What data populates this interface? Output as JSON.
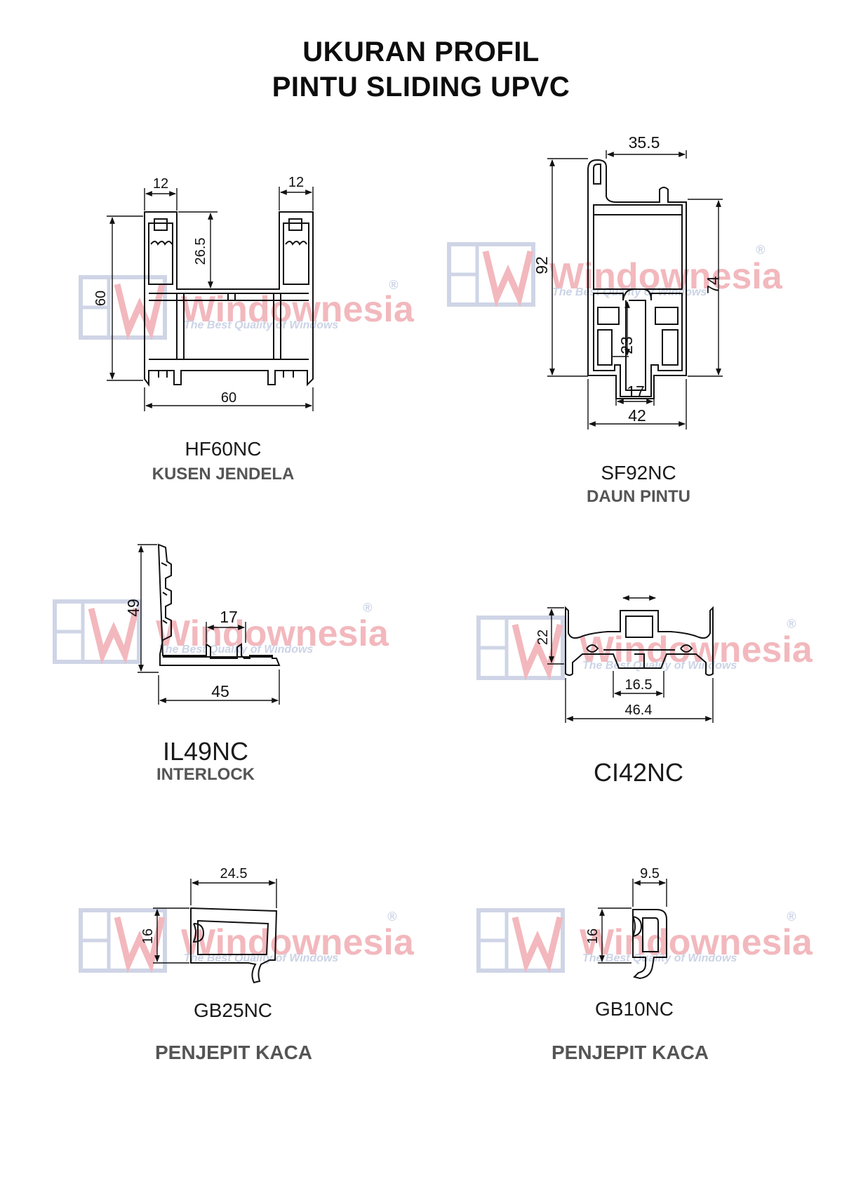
{
  "page": {
    "title_line1": "UKURAN PROFIL",
    "title_line2": "PINTU SLIDING UPVC"
  },
  "watermark": {
    "brand": "Windownesia",
    "registered": "®",
    "tagline": "The Best Quality of Windows",
    "colors": {
      "brand_text": "#f2b8bd",
      "tagline": "#cbd3e6",
      "window_frame": "#cfd5e6"
    }
  },
  "profiles": {
    "hf60nc": {
      "code": "HF60NC",
      "name": "KUSEN JENDELA",
      "dims": {
        "top_left": "12",
        "top_right": "12",
        "height": "60",
        "channel_depth": "26.5",
        "width": "60"
      }
    },
    "sf92nc": {
      "code": "SF92NC",
      "name": "DAUN PINTU",
      "dims": {
        "top": "35.5",
        "height": "92",
        "inner_height": "74",
        "slot_height": "23",
        "slot_width": "17",
        "width": "42"
      }
    },
    "il49nc": {
      "code": "IL49NC",
      "name": "INTERLOCK",
      "dims": {
        "height": "49",
        "slot_width": "17",
        "width": "45"
      }
    },
    "ci42nc": {
      "code": "CI42NC",
      "dims": {
        "height": "22",
        "inner_width": "16.5",
        "width": "46.4"
      }
    },
    "gb25nc": {
      "code": "GB25NC",
      "name": "PENJEPIT KACA",
      "dims": {
        "width": "24.5",
        "height": "16"
      }
    },
    "gb10nc": {
      "code": "GB10NC",
      "name": "PENJEPIT KACA",
      "dims": {
        "width": "9.5",
        "height": "16"
      }
    }
  }
}
